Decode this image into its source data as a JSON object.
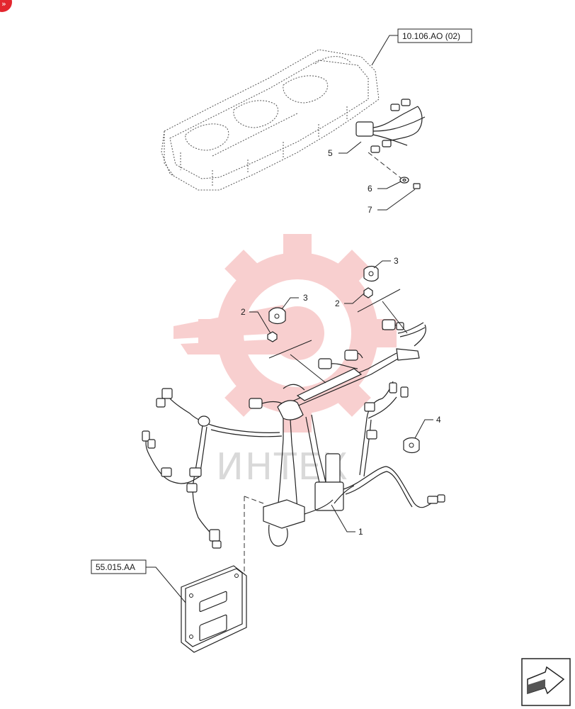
{
  "watermark": {
    "text": "ИНТЕХ",
    "color": "#f4a9a9"
  },
  "reference_boxes": [
    {
      "id": "ref-top",
      "label": "10.106.AO (02)"
    },
    {
      "id": "ref-ecu",
      "label": "55.015.AA"
    }
  ],
  "callouts": {
    "c5": "5",
    "c6": "6",
    "c7": "7",
    "c3a": "3",
    "c3b": "3",
    "c2a": "2",
    "c2b": "2",
    "c4": "4",
    "c1": "1"
  },
  "icons": {
    "corner_badge": "red-corner-marker",
    "nav": "next-page-arrow-icon"
  },
  "colors": {
    "badge": "#e3262e",
    "watermark": "#f4a9a9",
    "line": "#222222"
  }
}
